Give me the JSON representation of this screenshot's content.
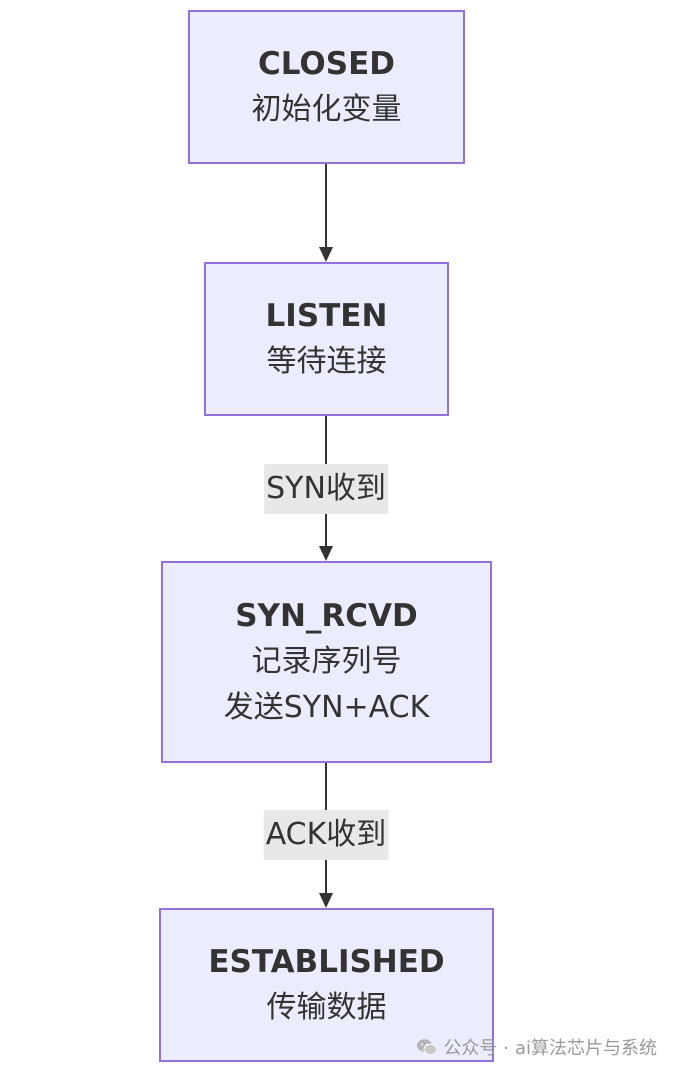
{
  "diagram": {
    "nodes": [
      {
        "id": "closed",
        "title": "CLOSED",
        "lines": [
          "初始化变量"
        ]
      },
      {
        "id": "listen",
        "title": "LISTEN",
        "lines": [
          "等待连接"
        ]
      },
      {
        "id": "syn_rcvd",
        "title": "SYN_RCVD",
        "lines": [
          "记录序列号",
          "发送SYN+ACK"
        ]
      },
      {
        "id": "established",
        "title": "ESTABLISHED",
        "lines": [
          "传输数据"
        ]
      }
    ],
    "edges": [
      {
        "from": "closed",
        "to": "listen",
        "label": ""
      },
      {
        "from": "listen",
        "to": "syn_rcvd",
        "label": "SYN收到"
      },
      {
        "from": "syn_rcvd",
        "to": "established",
        "label": "ACK收到"
      }
    ],
    "colors": {
      "node_fill": "#ececff",
      "node_border": "#9370db",
      "edge": "#333333",
      "label_bg": "#e8e8e8"
    }
  },
  "watermark": {
    "prefix": "公众号 ·",
    "name": "ai算法芯片与系统"
  }
}
